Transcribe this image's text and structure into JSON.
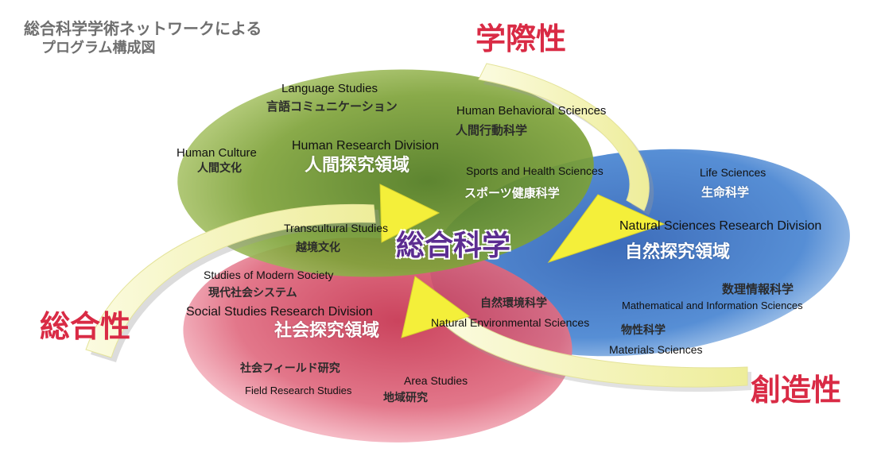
{
  "caption": {
    "line1": "総合科学学術ネットワークによる",
    "line2": "プログラム構成図"
  },
  "axes": {
    "interdisciplinarity": "学際性",
    "comprehensiveness": "総合性",
    "creativity": "創造性"
  },
  "center": "総合科学",
  "colors": {
    "human": "#7fa33a",
    "natural": "#3a73c4",
    "social": "#d9455f",
    "arrow": "#f1f0a6",
    "axis_text": "#d92b45",
    "center_text": "#5c2d91"
  },
  "human": {
    "division_en": "Human Research Division",
    "division_ja": "人間探究領域",
    "language_en": "Language Studies",
    "language_ja": "言語コミュニケーション",
    "behavioral_en": "Human Behavioral Sciences",
    "behavioral_ja": "人間行動科学",
    "culture_en": "Human Culture",
    "culture_ja": "人間文化",
    "sports_en": "Sports and Health Sciences",
    "sports_ja": "スポーツ健康科学",
    "transcultural_en": "Transcultural Studies",
    "transcultural_ja": "越境文化"
  },
  "natural": {
    "division_en": "Natural Sciences Research Division",
    "division_ja": "自然探究領域",
    "life_en": "Life Sciences",
    "life_ja": "生命科学",
    "math_en": "Mathematical and Information Sciences",
    "math_ja": "数理情報科学",
    "materials_en": "Materials Sciences",
    "materials_ja": "物性科学",
    "env_en": "Natural Environmental Sciences",
    "env_ja": "自然環境科学"
  },
  "social": {
    "division_en": "Social Studies Research Division",
    "division_ja": "社会探究領域",
    "modern_en": "Studies of Modern Society",
    "modern_ja": "現代社会システム",
    "field_en": "Field Research Studies",
    "field_ja": "社会フィールド研究",
    "area_en": "Area Studies",
    "area_ja": "地域研究"
  }
}
